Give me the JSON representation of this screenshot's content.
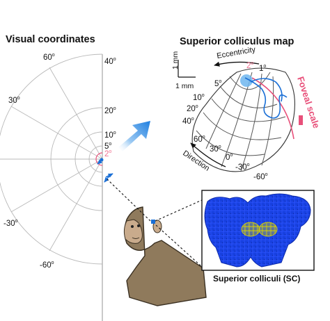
{
  "visual_panel": {
    "title": "Visual coordinates",
    "eccentricity_labels": [
      "40",
      "20",
      "10",
      "5",
      "2"
    ],
    "direction_labels": [
      "60",
      "30",
      "-30",
      "-60"
    ],
    "degree_symbol": "o"
  },
  "sc_panel": {
    "title": "Superior colliculus map",
    "scale_bar_vertical": "1 mm",
    "scale_bar_horizontal": "1 mm",
    "eccentricity_axis_label": "Eccentricity",
    "direction_axis_label": "Direction",
    "foveal_scale_label": "Foveal scale",
    "eccentricity_labels": [
      "1",
      "2",
      "5",
      "10",
      "20",
      "40"
    ],
    "direction_labels": [
      "60",
      "30",
      "0",
      "-30",
      "-60"
    ],
    "degree_symbol": "o"
  },
  "brain_panel": {
    "caption": "Superior colliculi (SC)"
  },
  "colors": {
    "blue": "#1a6fd6",
    "light_blue": "#6fb6ee",
    "pink": "#e8507a",
    "pink_text": "#f07090",
    "grid_gray": "#b8b8b8",
    "brain_blue": "#1740e0",
    "colliculi_yellow": "#d8d000",
    "monkey_brown": "#8f7a5c"
  },
  "icons": [
    "arrow-right-icon",
    "monkey-illustration",
    "brain-illustration"
  ]
}
